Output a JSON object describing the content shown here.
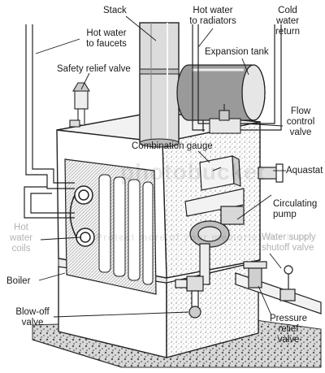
{
  "colors": {
    "ink": "#1a1a1a",
    "faded_label": "#b3b3b3",
    "background": "#ffffff"
  },
  "labels": {
    "stack": "Stack",
    "hot_water_radiators_1": "Hot water",
    "hot_water_radiators_2": "to radiators",
    "cold_water_return_1": "Cold",
    "cold_water_return_2": "water",
    "cold_water_return_3": "return",
    "hot_water_faucets_1": "Hot water",
    "hot_water_faucets_2": "to faucets",
    "expansion_tank": "Expansion tank",
    "safety_relief_valve": "Safety relief valve",
    "flow_control_valve_1": "Flow",
    "flow_control_valve_2": "control",
    "flow_control_valve_3": "valve",
    "combination_gauge": "Combination gauge",
    "aquastat": "Aquastat",
    "circulating_pump_1": "Circulating",
    "circulating_pump_2": "pump",
    "hot_water_coils_1": "Hot",
    "hot_water_coils_2": "water",
    "hot_water_coils_3": "coils",
    "water_supply_shutoff_1": "Water supply",
    "water_supply_shutoff_2": "shutoff valve",
    "boiler": "Boiler",
    "blow_off_valve_1": "Blow-off",
    "blow_off_valve_2": "valve",
    "pressure_relief_valve_1": "Pressure",
    "pressure_relief_valve_2": "relief",
    "pressure_relief_valve_3": "valve"
  },
  "watermarks": {
    "center": "photobucket",
    "lower": "Protect more of your memories for less!"
  }
}
